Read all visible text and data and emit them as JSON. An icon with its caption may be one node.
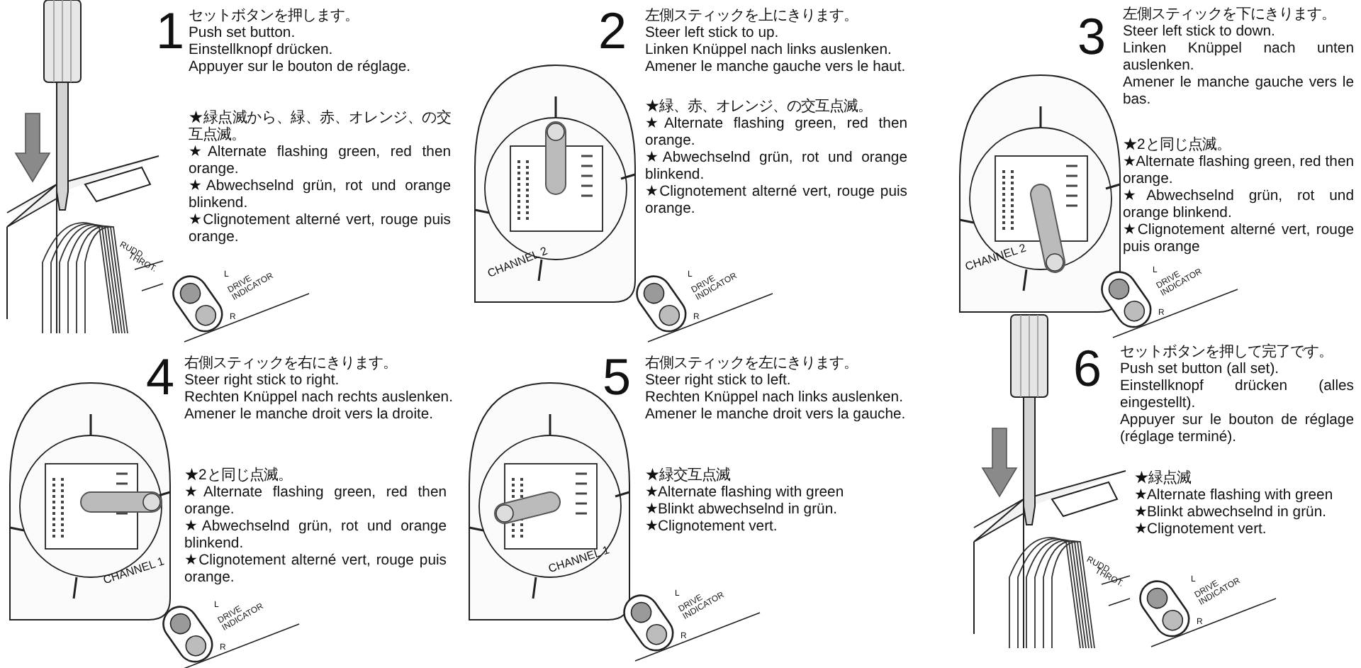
{
  "diagram": {
    "labels": [
      "1",
      "セットボタンを押します。",
      "Push set button.",
      "Einstellknopf drücken.",
      "Appuyer sur le bouton de réglage.",
      "★緑点滅から、緑、赤、オレンジ、の交互点滅。",
      "★Alternate flashing green, red then orange.",
      "★Abwechselnd grün, rot und orange blinkend.",
      "★Clignotement alterné vert, rouge puis orange.",
      "RUDD.",
      "THROT.",
      "L",
      "DRIVE INDICATOR",
      "R",
      "2",
      "左側スティックを上にきります。",
      "Steer left stick to up.",
      "Linken Knüppel nach links auslenken.",
      "Amener le manche gauche vers le haut.",
      "★緑、赤、オレンジ、の交互点滅。",
      "★Alternate flashing green, red then orange.",
      "★Abwechselnd grün, rot und orange blinkend.",
      "★Clignotement alterné vert, rouge puis orange.",
      "CHANNEL 2",
      "L",
      "DRIVE INDICATOR",
      "R",
      "3",
      "左側スティックを下にきります。",
      "Steer left stick to down.",
      "Linken Knüppel nach unten auslenken.",
      "Amener le manche gauche vers le bas.",
      "★2と同じ点滅。",
      "★Alternate flashing green, red then orange.",
      "★Abwechselnd grün, rot und orange blinkend.",
      "★Clignotement alterné vert, rouge puis orange",
      "CHANNEL 2",
      "L",
      "DRIVE INDICATOR",
      "R",
      "4",
      "右側スティックを右にきります。",
      "Steer right stick to right.",
      "Rechten Knüppel nach rechts auslenken.",
      "Amener le manche droit vers la droite.",
      "★2と同じ点滅。",
      "★Alternate flashing green, red then orange.",
      "★Abwechselnd grün, rot und orange blinkend.",
      "★Clignotement alterné vert, rouge puis orange.",
      "CHANNEL 1",
      "L",
      "DRIVE INDICATOR",
      "R",
      "5",
      "右側スティックを左にきります。",
      "Steer right stick to left.",
      "Rechten Knüppel nach links auslenken.",
      "Amener le manche droit vers la gauche.",
      "★緑交互点滅",
      "★Alternate flashing with green",
      "★Blinkt abwechselnd in grün.",
      "★Clignotement vert.",
      "CHANNEL 1",
      "L",
      "DRIVE INDICATOR",
      "R",
      "6",
      "セットボタンを押して完了です。",
      "Push set button (all set).",
      "Einstellknopf drücken (alles eingestellt).",
      "Appuyer sur le bouton de réglage (réglage terminé).",
      "★緑点滅",
      "★Alternate flashing with green",
      "★Blinkt abwechselnd in grün.",
      "★Clignotement vert.",
      "RUDD.",
      "THROT.",
      "L",
      "DRIVE INDICATOR",
      "R"
    ]
  }
}
